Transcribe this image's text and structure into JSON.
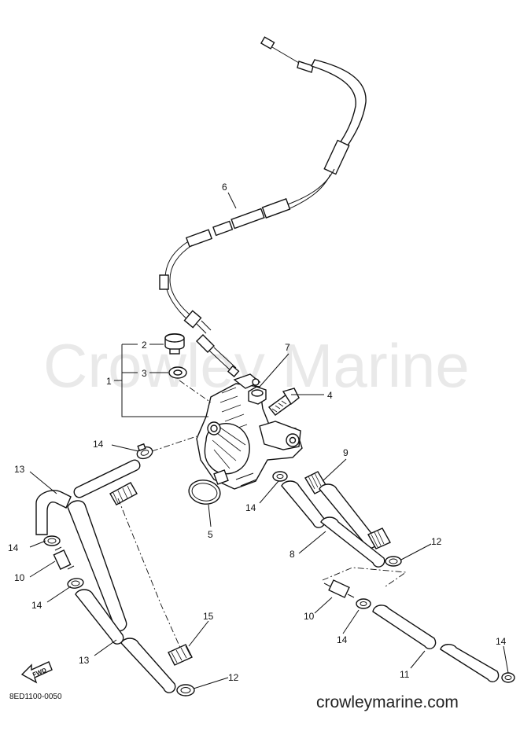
{
  "watermark": "Crowley Marine",
  "website": "crowleymarine.com",
  "diagram_code": "8ED1100-0050",
  "fwd_label": "FWD",
  "callouts": {
    "c1": "1",
    "c2": "2",
    "c3": "3",
    "c4": "4",
    "c5": "5",
    "c6": "6",
    "c7": "7",
    "c8": "8",
    "c9": "9",
    "c10a": "10",
    "c10b": "10",
    "c11": "11",
    "c12a": "12",
    "c12b": "12",
    "c13a": "13",
    "c13b": "13",
    "c14a": "14",
    "c14b": "14",
    "c14c": "14",
    "c14d": "14",
    "c14e": "14",
    "c14f": "14",
    "c15": "15"
  }
}
